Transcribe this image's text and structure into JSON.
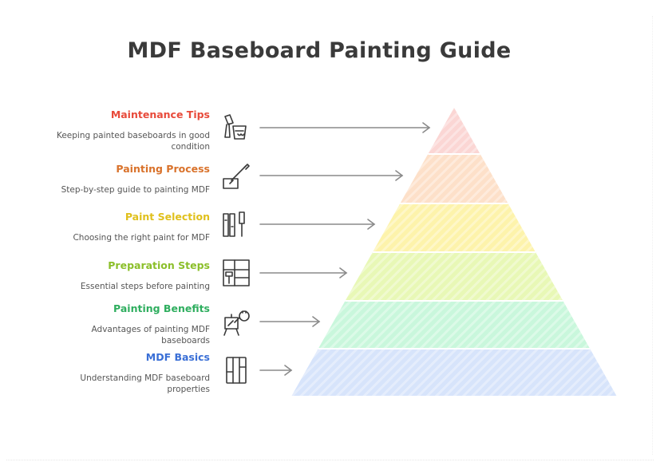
{
  "title": "MDF Baseboard Painting Guide",
  "levels": [
    {
      "title": "Maintenance Tips",
      "desc": "Keeping painted baseboards in good condition",
      "color": "#e84a3a",
      "fill": "#fbd6d4",
      "icon": "paint-bucket-icon"
    },
    {
      "title": "Painting Process",
      "desc": "Step-by-step guide to painting MDF",
      "color": "#d9722b",
      "fill": "#fde0c9",
      "icon": "paint-brush-icon"
    },
    {
      "title": "Paint Selection",
      "desc": "Choosing the right paint for MDF",
      "color": "#e0c01c",
      "fill": "#fdf3ab",
      "icon": "paint-swatches-icon"
    },
    {
      "title": "Preparation Steps",
      "desc": "Essential steps before painting",
      "color": "#8bbf2a",
      "fill": "#e8f8b6",
      "icon": "roller-grid-icon"
    },
    {
      "title": "Painting Benefits",
      "desc": "Advantages of painting MDF baseboards",
      "color": "#2fae5f",
      "fill": "#c9f7dc",
      "icon": "easel-icon"
    },
    {
      "title": "MDF Basics",
      "desc": "Understanding MDF baseboard properties",
      "color": "#3a6fd6",
      "fill": "#d7e4fb",
      "icon": "board-panel-icon"
    }
  ]
}
